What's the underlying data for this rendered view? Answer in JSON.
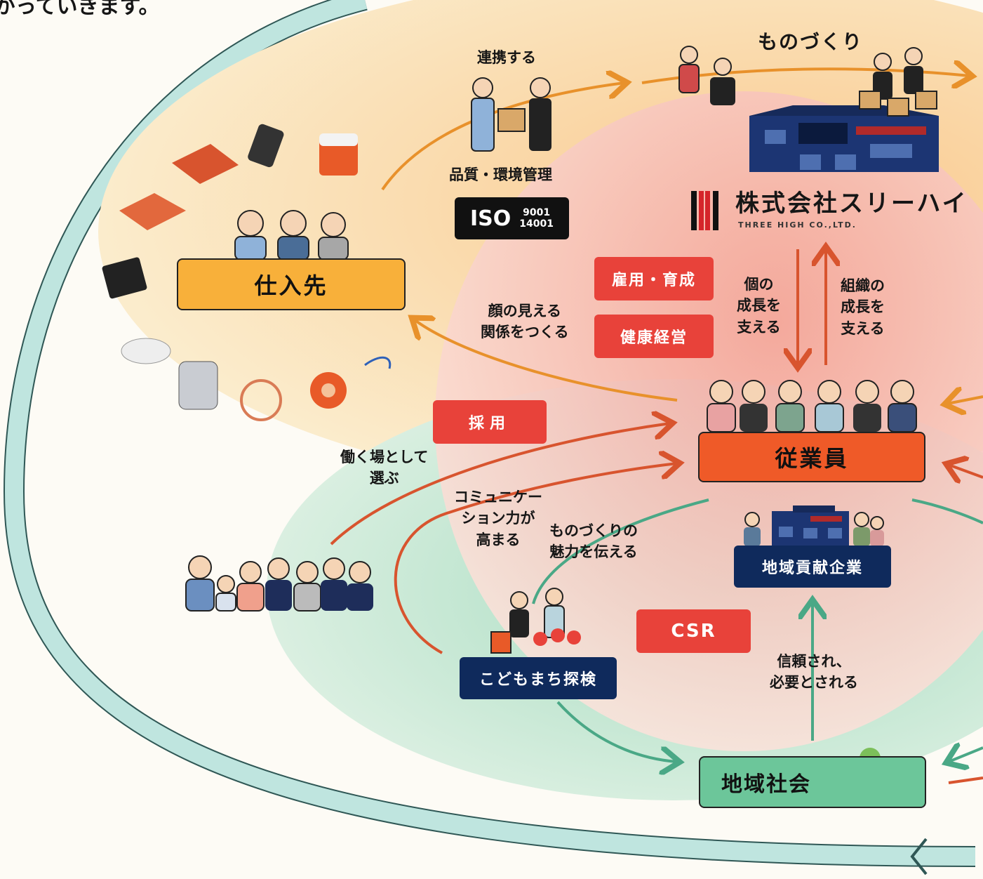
{
  "header": {
    "partial_text": "がっていきます。"
  },
  "company": {
    "name_ja": "株式会社スリーハイ",
    "name_en": "THREE HIGH CO.,LTD."
  },
  "nodes": {
    "supplier": "仕入先",
    "employee": "従業員",
    "community_company": "地域貢献企業",
    "local_society": "地域社会",
    "kids_town": "こどもまち探検"
  },
  "badges": {
    "iso_main": "ISO",
    "iso_9001": "9001",
    "iso_14001": "14001",
    "hiring_training": "雇用・育成",
    "health_management": "健康経営",
    "recruitment": "採用",
    "csr": "CSR"
  },
  "labels": {
    "collaborate": "連携する",
    "monozukuri": "ものづくり",
    "quality_env": "品質・環境管理",
    "relationship": "顔の見える\n関係をつくる",
    "individual_growth": "個の\n成長を\n支える",
    "org_growth": "組織の\n成長を\n支える",
    "choose_workplace": "働く場として\n選ぶ",
    "communication": "コミュニケー\nション力が\n高まる",
    "appeal": "ものづくりの\n魅力を伝える",
    "trusted": "信頼され、\n必要とされる"
  },
  "colors": {
    "orange_arrow": "#e8912b",
    "red_arrow": "#d8542e",
    "green_arrow": "#4aa886",
    "outer_ring": "#a9d9d5",
    "navy": "#0f2a5c",
    "red": "#e8423a"
  }
}
